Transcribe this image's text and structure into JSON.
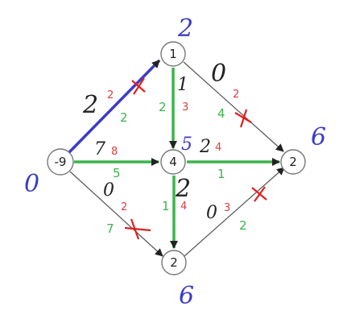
{
  "colors": {
    "edge": "#555555",
    "blue_edge": "#3c3cc8",
    "green_edge": "#3cb44b",
    "red_label": "#d94040",
    "green_label": "#3cb44b",
    "handwriting": "#222222",
    "blue_hand": "#3c3cc8",
    "cross": "#e02020"
  },
  "nodes": {
    "left": {
      "label": "-9"
    },
    "top": {
      "label": "1"
    },
    "center": {
      "label": "4"
    },
    "right": {
      "label": "2"
    },
    "bottom": {
      "label": "2"
    }
  },
  "edges": {
    "left_top": {
      "capacity": "2",
      "flow": "2",
      "hand": "2"
    },
    "left_center": {
      "capacity": "8",
      "flow": "5",
      "hand": "7"
    },
    "left_bottom": {
      "capacity": "2",
      "flow": "7",
      "hand": "0"
    },
    "top_center": {
      "capacity": "3",
      "flow": "2",
      "hand": "1"
    },
    "top_right": {
      "capacity": "2",
      "flow": "4",
      "hand": "0"
    },
    "center_right": {
      "capacity": "4",
      "flow": "1",
      "hand": "2"
    },
    "center_bottom": {
      "capacity": "4",
      "flow": "1",
      "hand": "2"
    },
    "bottom_right": {
      "capacity": "3",
      "flow": "2",
      "hand": "0"
    }
  },
  "potentials": {
    "left": "0",
    "top": "2",
    "center": "5",
    "right": "6",
    "bottom": "6"
  }
}
